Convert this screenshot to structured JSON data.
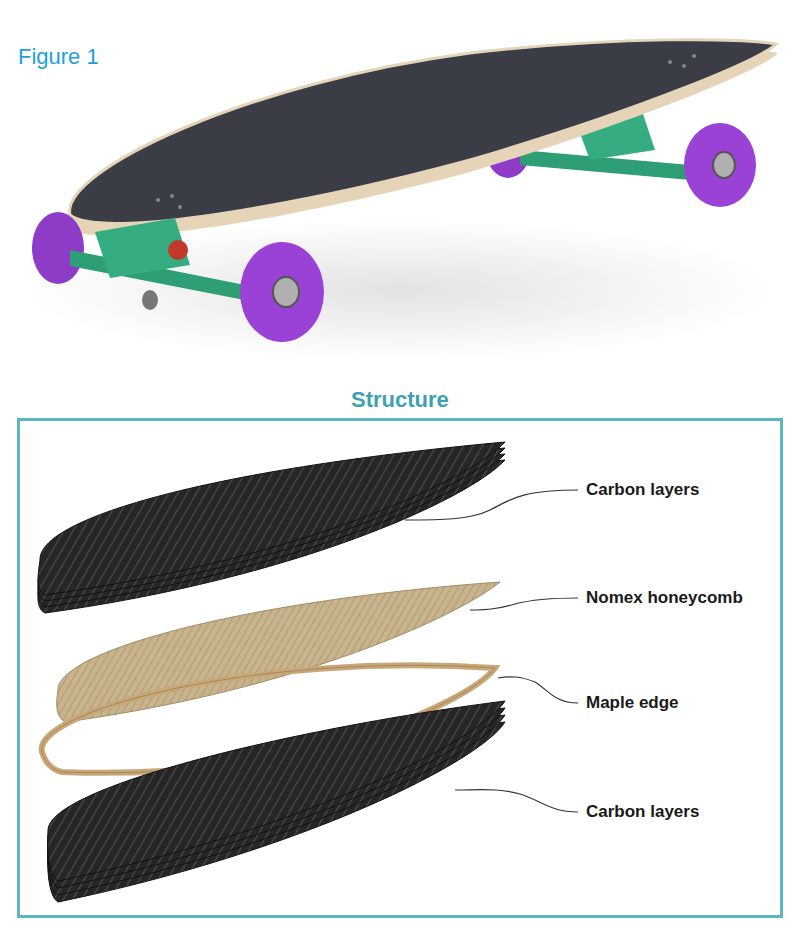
{
  "diagram": {
    "title": "Figure 1",
    "nodes": [
      {
        "text": [
          "Structure"
        ]
      }
    ],
    "labels": [
      "Carbon layers",
      "Nomex honeycomb",
      "Maple edge",
      "Carbon layers"
    ]
  }
}
